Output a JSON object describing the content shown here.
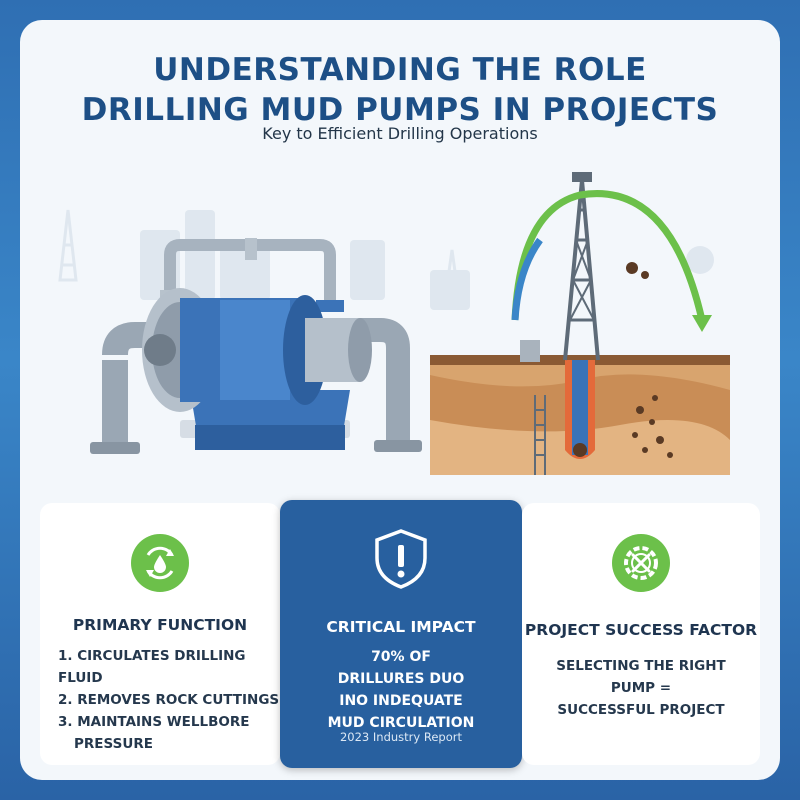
{
  "header": {
    "title_line1": "UNDERSTANDING THE ROLE",
    "title_line2": "DRILLING MUD PUMPS IN PROJECTS",
    "subtitle": "Key to Efficient Drilling Operations"
  },
  "panels": {
    "primary": {
      "heading": "PRIMARY FUNCTION",
      "icon": "recycle-droplet-icon",
      "items": [
        "1. CIRCULATES DRILLING FLUID",
        "2. REMOVES ROCK CUTTINGS",
        "3. MAINTAINS WELLBORE"
      ],
      "item_cont": "PRESSURE"
    },
    "impact": {
      "heading": "CRITICAL IMPACT",
      "icon": "shield-warning-icon",
      "lines": [
        "70% OF",
        "DRILLURES DUO",
        "INO INDEQUATE",
        "MUD CIRCULATION"
      ],
      "source": "2023 Industry Report"
    },
    "success": {
      "heading": "PROJECT SUCCESS FACTOR",
      "icon": "gear-tools-icon",
      "lines": [
        "SELECTING THE RIGHT",
        "PUMP =",
        "SUCCESSFUL PROJECT"
      ]
    }
  },
  "colors": {
    "title": "#1d4f86",
    "accent_green": "#6cc04a",
    "accent_blue": "#28609f",
    "pump_blue": "#3b73b8"
  }
}
